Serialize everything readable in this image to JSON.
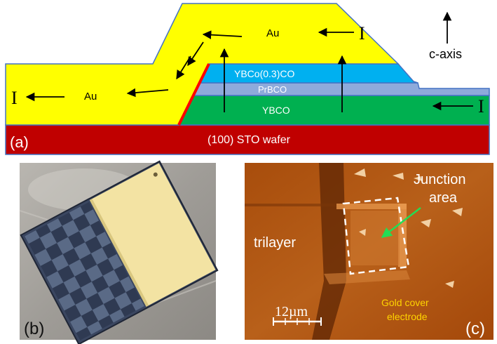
{
  "panel_a": {
    "tag": "(a)",
    "au_top": "Au",
    "au_left": "Au",
    "current_top": "I",
    "current_left": "I",
    "current_right": "I",
    "layer_ybco_co": "YBCo(0.3)CO",
    "layer_prbco": "PrBCO",
    "layer_ybco": "YBCO",
    "substrate": "(100) STO wafer",
    "axis_label": "c-axis"
  },
  "panel_b": {
    "tag": "(b)"
  },
  "panel_c": {
    "tag": "(c)",
    "junction_label_1": "Junction",
    "junction_label_2": "area",
    "trilayer_label": "trilayer",
    "scale_label": "12µm",
    "gold_label_1": "Gold cover",
    "gold_label_2": "electrode"
  },
  "colors": {
    "gold": "#ffff00",
    "ybco_co": "#00b0f0",
    "prbco": "#8eaadb",
    "ybco": "#00b050",
    "substrate": "#c00000",
    "boundary": "#ff0000",
    "outline": "#4472c4",
    "afm_bg": "#b55a12",
    "gold_text": "#ffd400"
  }
}
